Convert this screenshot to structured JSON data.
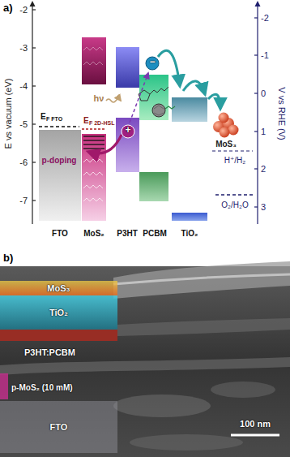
{
  "diagram": {
    "nodes": [
      {
        "text": [
          "MoS₃"
        ]
      },
      {
        "text": [
          "TiO₂"
        ]
      },
      {
        "text": [
          "FTO"
        ]
      }
    ],
    "labels": [
      "a)",
      "-2",
      "-3",
      "-4",
      "-5",
      "-6",
      "-7",
      "E vs vacuum (eV)",
      "-2",
      "-1",
      "0",
      "1",
      "2",
      "3",
      "V vs RHE (V)",
      "E",
      "F FTO",
      "E",
      "F 2D-HSL",
      "p-doping",
      "hν",
      "−",
      "+",
      "MoS₃",
      "H⁺/H₂",
      "O₂/H₂O",
      "FTO",
      "MoS₂",
      "P3HT",
      "PCBM",
      "TiO₂",
      "b)",
      "P3HT:PCBM",
      "p-MoS₂ (10 mM)",
      "100 nm"
    ]
  }
}
